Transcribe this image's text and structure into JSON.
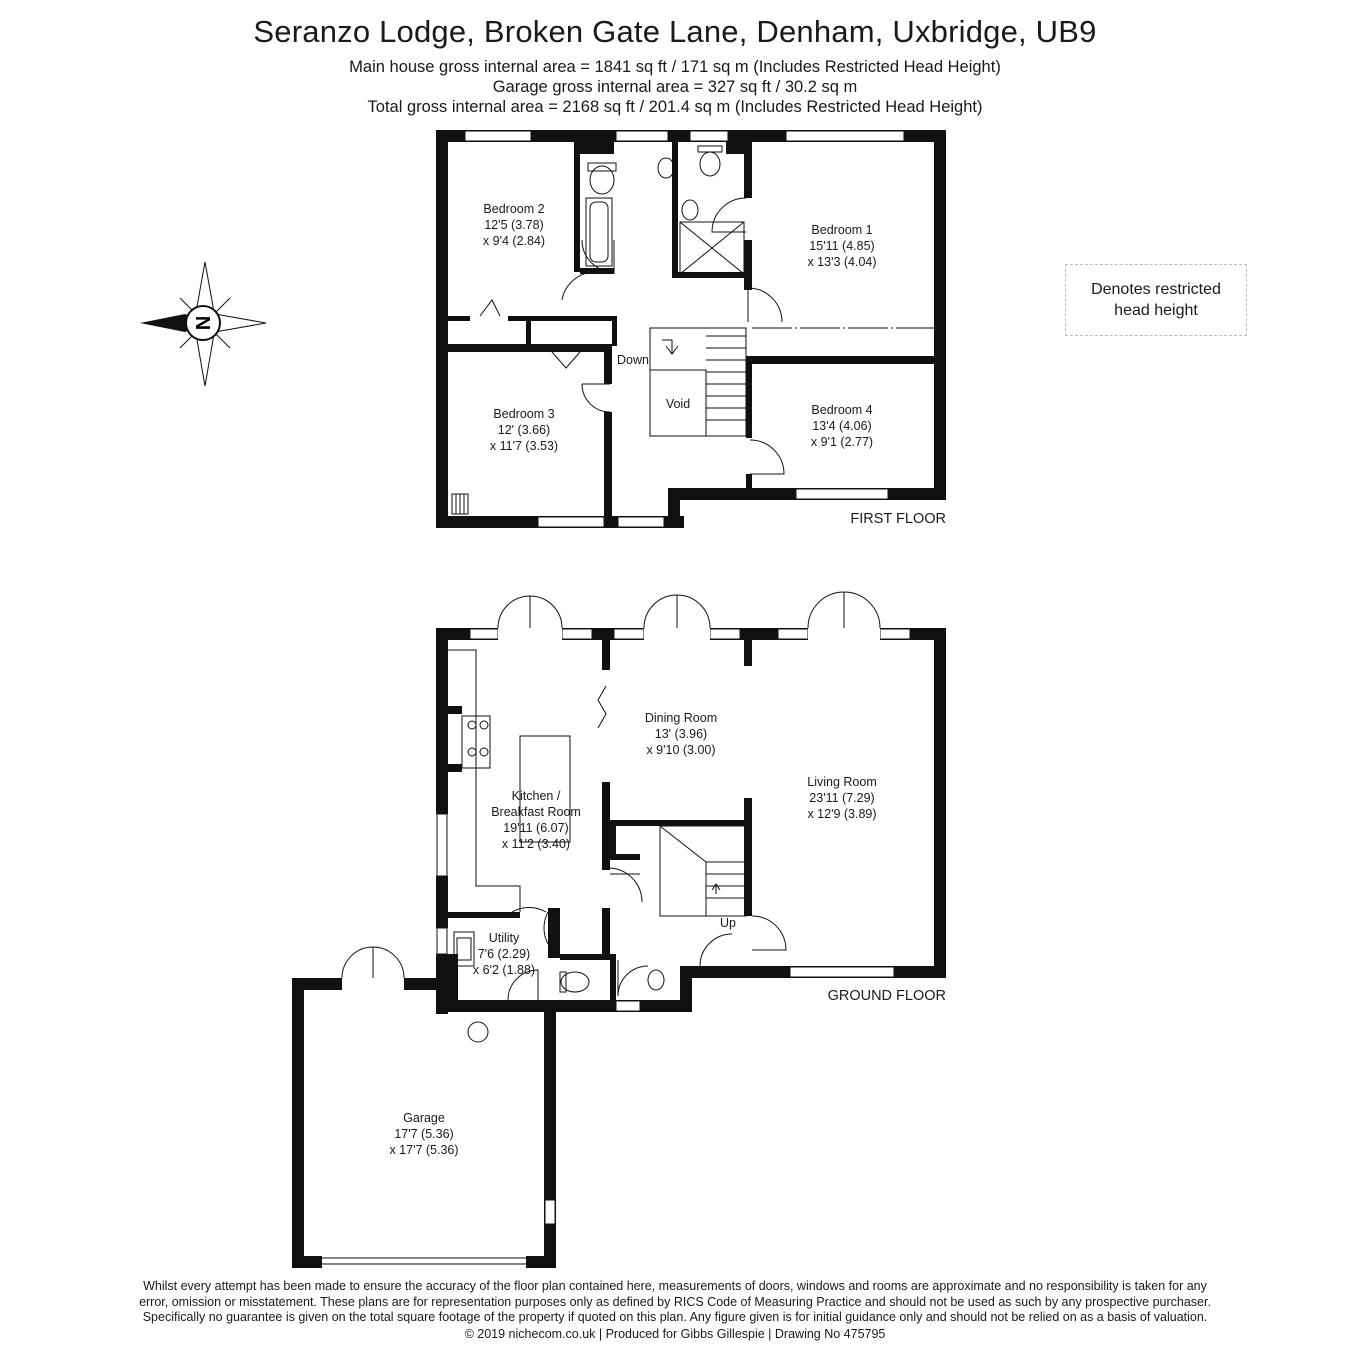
{
  "header": {
    "title": "Seranzo Lodge, Broken Gate Lane, Denham, Uxbridge, UB9",
    "main_area": "Main house gross internal area =  1841 sq ft / 171 sq m (Includes Restricted Head Height)",
    "garage_area": "Garage gross internal area = 327 sq ft / 30.2 sq m",
    "total_area": "Total gross internal area =  2168 sq ft / 201.4 sq m (Includes Restricted Head Height)"
  },
  "compass": {
    "letter": "N",
    "icon": "north-arrow-compass-icon"
  },
  "legend": {
    "line1": "Denotes restricted",
    "line2": "head height"
  },
  "first_floor": {
    "label": "FIRST FLOOR",
    "down": "Down",
    "void": "Void",
    "rooms": {
      "bedroom2": {
        "name": "Bedroom 2",
        "dim1": "12'5 (3.78)",
        "dim2": "x 9'4 (2.84)"
      },
      "bedroom1": {
        "name": "Bedroom 1",
        "dim1": "15'11 (4.85)",
        "dim2": "x 13'3 (4.04)"
      },
      "bedroom3": {
        "name": "Bedroom 3",
        "dim1": "12' (3.66)",
        "dim2": "x 11'7 (3.53)"
      },
      "bedroom4": {
        "name": "Bedroom 4",
        "dim1": "13'4 (4.06)",
        "dim2": "x 9'1 (2.77)"
      }
    }
  },
  "ground_floor": {
    "label": "GROUND FLOOR",
    "up": "Up",
    "rooms": {
      "dining": {
        "name": "Dining Room",
        "dim1": "13' (3.96)",
        "dim2": "x 9'10 (3.00)"
      },
      "living": {
        "name": "Living Room",
        "dim1": "23'11 (7.29)",
        "dim2": "x 12'9 (3.89)"
      },
      "kitchen": {
        "name1": "Kitchen /",
        "name2": "Breakfast Room",
        "dim1": "19'11 (6.07)",
        "dim2": "x 11'2 (3.40)"
      },
      "utility": {
        "name": "Utility",
        "dim1": "7'6 (2.29)",
        "dim2": "x 6'2 (1.88)"
      },
      "garage": {
        "name": "Garage",
        "dim1": "17'7 (5.36)",
        "dim2": "x 17'7 (5.36)"
      }
    }
  },
  "disclaimer": {
    "line1": "Whilst every attempt has been made to ensure the accuracy of the floor plan contained here, measurements of doors, windows and rooms are approximate and no responsibility is taken for any",
    "line2": "error, omission or misstatement. These plans are for representation purposes only as defined by RICS Code of Measuring Practice and should not be used as such by any prospective purchaser.",
    "line3": "Specifically no guarantee is given on the total square footage of the property if quoted on this plan. Any figure given is for initial guidance only and should not be relied on as a basis of valuation."
  },
  "footer": "© 2019 nichecom.co.uk  |  Produced for Gibbs Gillespie  |  Drawing No 475795"
}
